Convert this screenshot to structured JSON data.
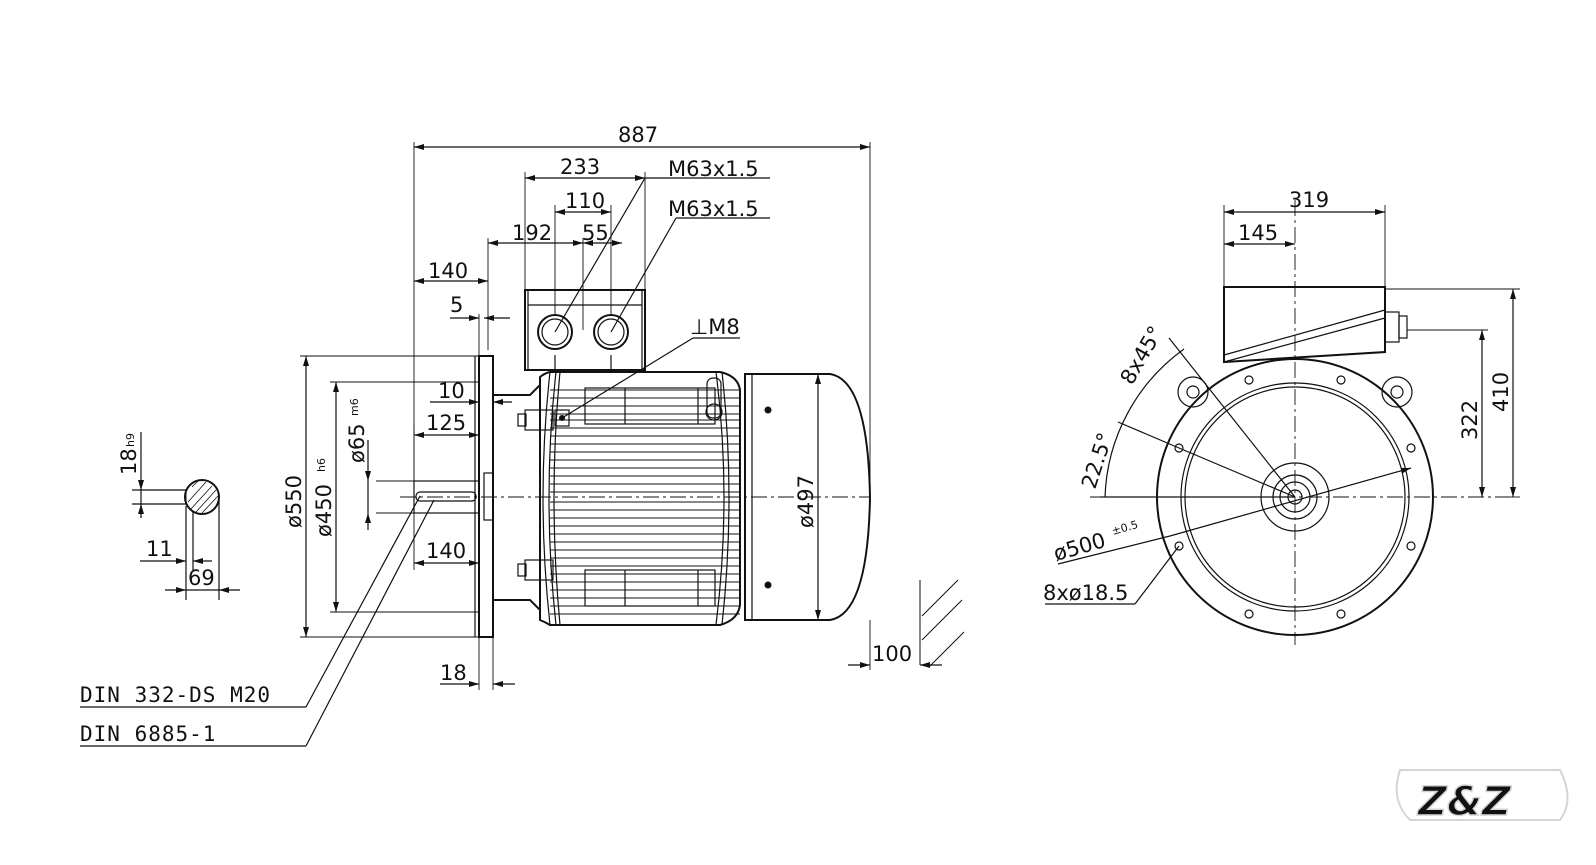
{
  "drawing": {
    "side_view": {
      "overall_length": "887",
      "terminal_box_width": "233",
      "gland_spacing": "110",
      "gland_offset_192": "192",
      "gland_offset_55": "55",
      "cable_gland_1": "M63x1.5",
      "cable_gland_2": "M63x1.5",
      "earth_screw": "⊥M8",
      "flange_to_box": "140",
      "spigot_5": "5",
      "spigot_10": "10",
      "shaft_length_125": "125",
      "shaft_length_140": "140",
      "flange_diameter": "ø550",
      "spigot_diameter": "ø450",
      "spigot_tolerance": "h6",
      "shaft_diameter": "ø65",
      "shaft_tolerance": "m6",
      "body_diameter": "ø497",
      "flange_thickness": "18",
      "clearance_100": "100",
      "note_thread": "DIN 332-DS M20",
      "note_key": "DIN 6885-1"
    },
    "key_section": {
      "key_width": "18",
      "key_tolerance": "h9",
      "key_depth": "11",
      "shaft_height": "69"
    },
    "front_view": {
      "width_319": "319",
      "width_145": "145",
      "height_410": "410",
      "height_322": "322",
      "bolt_angle": "8x45°",
      "offset_angle": "22.5°",
      "pitch_circle": "ø500",
      "pitch_tolerance": "±0.5",
      "holes": "8xø18.5"
    },
    "watermark": "Z&Z"
  }
}
